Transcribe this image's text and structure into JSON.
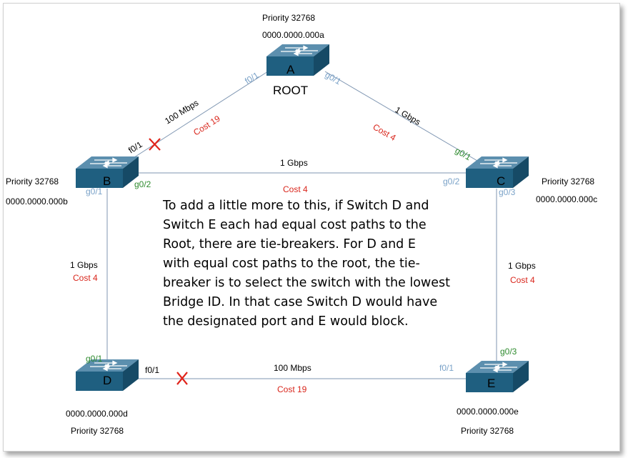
{
  "switches": {
    "A": {
      "letter": "A",
      "extra": "ROOT",
      "priority": "Priority 32768",
      "mac": "0000.0000.000a"
    },
    "B": {
      "letter": "B",
      "priority": "Priority 32768",
      "mac": "0000.0000.000b"
    },
    "C": {
      "letter": "C",
      "priority": "Priority 32768",
      "mac": "0000.0000.000c"
    },
    "D": {
      "letter": "D",
      "priority": "Priority 32768",
      "mac": "0000.0000.000d"
    },
    "E": {
      "letter": "E",
      "priority": "Priority 32768",
      "mac": "0000.0000.000e"
    }
  },
  "links": {
    "AB": {
      "speed": "100 Mbps",
      "cost": "Cost 19",
      "port_a": "f0/1",
      "port_b": "f0/1"
    },
    "AC": {
      "speed": "1 Gbps",
      "cost": "Cost 4",
      "port_a": "g0/1",
      "port_c": "g0/1"
    },
    "BC": {
      "speed": "1 Gbps",
      "cost": "Cost 4",
      "port_b": "g0/2",
      "port_c": "g0/2"
    },
    "BD": {
      "speed": "1 Gbps",
      "cost": "Cost 4",
      "port_b": "g0/1",
      "port_d": "g0/1"
    },
    "CE": {
      "speed": "1 Gbps",
      "cost": "Cost 4",
      "port_c": "g0/3",
      "port_e": "g0/3"
    },
    "DE": {
      "speed": "100 Mbps",
      "cost": "Cost 19",
      "port_d": "f0/1",
      "port_e": "f0/1"
    }
  },
  "blocked_marks": {
    "symbol": "X",
    "color": "#e0241b"
  },
  "note": {
    "lines": [
      "To add a little more to this, if Switch D and",
      "Switch E each had equal cost paths to the",
      "Root, there are tie-breakers.  For D and E",
      "with equal cost paths to the root, the tie-",
      "breaker is to select the switch with the lowest",
      "Bridge ID.  In that case Switch D would have",
      "the designated port and E would block."
    ]
  },
  "colors": {
    "switch_top": "#5c8fae",
    "switch_front": "#1f5f80",
    "switch_side": "#164a66",
    "cost_text": "#d9261c",
    "designated_port": "#2e8b2e",
    "root_or_other_port": "#7aa2c8",
    "link_line": "#7f96b2"
  }
}
